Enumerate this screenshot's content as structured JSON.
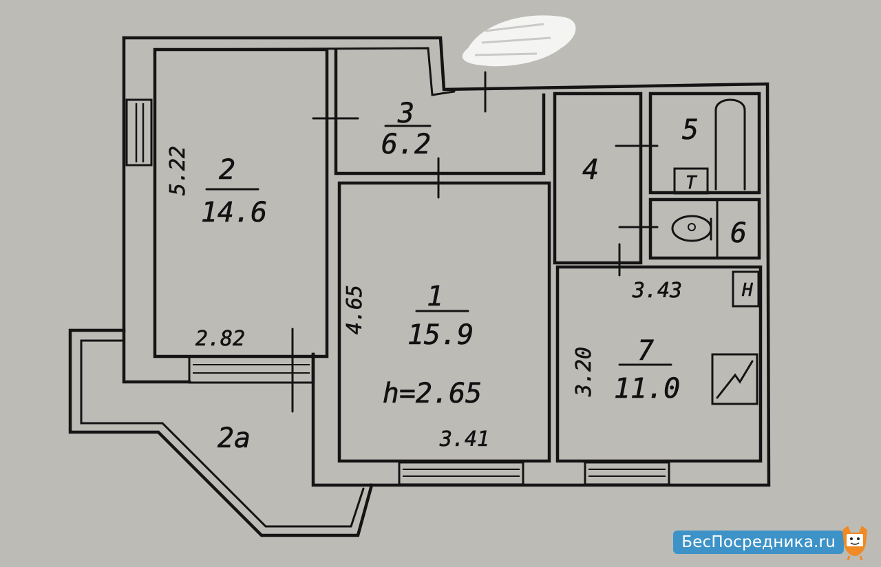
{
  "rooms": [
    {
      "id": "1",
      "number": "1",
      "area": "15.9"
    },
    {
      "id": "2",
      "number": "2",
      "area": "14.6"
    },
    {
      "id": "2a",
      "number": "2a",
      "area": ""
    },
    {
      "id": "3",
      "number": "3",
      "area": "6.2"
    },
    {
      "id": "4",
      "number": "4",
      "area": ""
    },
    {
      "id": "5",
      "number": "5",
      "area": ""
    },
    {
      "id": "6",
      "number": "6",
      "area": ""
    },
    {
      "id": "7",
      "number": "7",
      "area": "11.0"
    }
  ],
  "dimensions": {
    "room2_height": "5.22",
    "room2_width": "2.82",
    "room1_height": "4.65",
    "room1_width": "3.41",
    "room7_width": "3.43",
    "room7_height": "3.20",
    "ceiling_height": "h=2.65"
  },
  "symbols": {
    "toilet_t": "T",
    "radiator_h": "H"
  },
  "watermark": {
    "label": "БесПосредника",
    "suffix": ".ru"
  },
  "colors": {
    "paper": "#bdbbb6",
    "ink": "#141414",
    "watermark_bg": "#3d93c8",
    "fox": "#f08a24"
  }
}
